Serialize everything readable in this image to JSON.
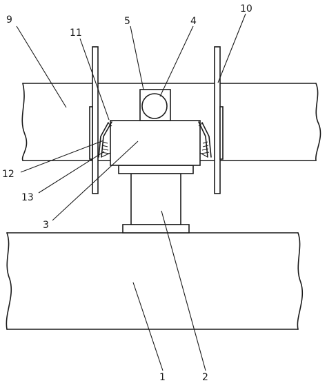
{
  "figure": {
    "labels": {
      "n1": "1",
      "n2": "2",
      "n3": "3",
      "n4": "4",
      "n5": "5",
      "n9": "9",
      "n10": "10",
      "n11": "11",
      "n12": "12",
      "n13": "13"
    }
  }
}
